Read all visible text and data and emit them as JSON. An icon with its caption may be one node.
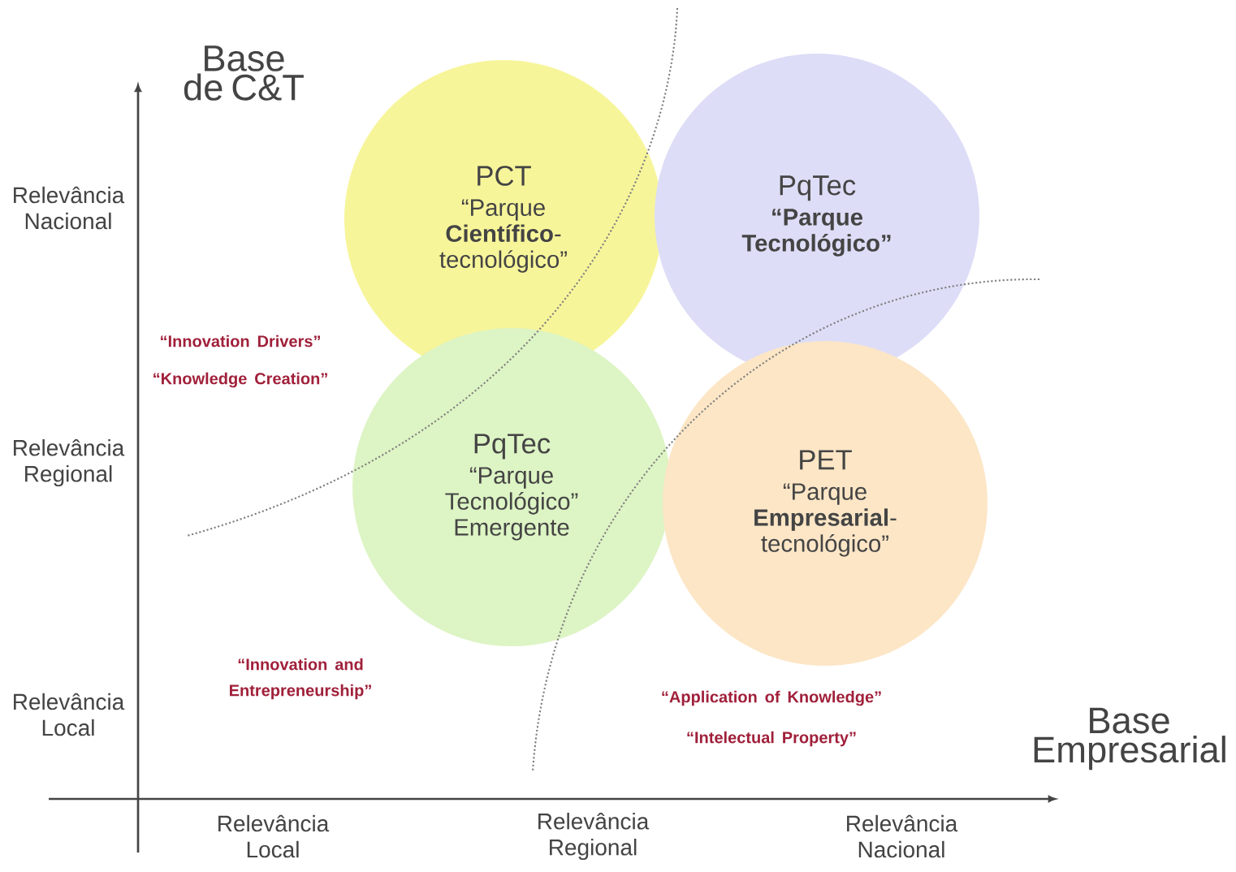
{
  "diagram": {
    "nodes": [
      {
        "text": [
          "PCT",
          "“Parque **Científico**-tecnológico”"
        ]
      },
      {
        "text": [
          "PqTec",
          "**“Parque Tecnológico”**"
        ]
      },
      {
        "text": [
          "PqTec",
          "“Parque Tecnológico” Emergente"
        ]
      },
      {
        "text": [
          "PET",
          "“Parque **Empresarial**-tecnológico”"
        ]
      }
    ],
    "labels": [
      "Base de C&T",
      "Relevância Nacional",
      "“Innovation Drivers”",
      "“Knowledge Creation”",
      "Relevância Regional",
      "“Innovation and Entrepreneurship”",
      "Relevância Local",
      "“Application of Knowledge”",
      "Base Empresarial",
      "“Intelectual Property”",
      "Relevância Local",
      "Relevância Regional",
      "Relevância Nacional"
    ]
  }
}
